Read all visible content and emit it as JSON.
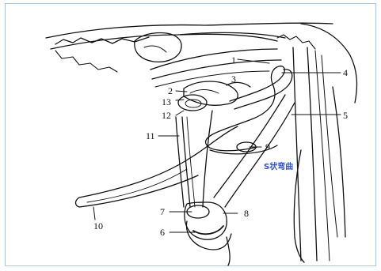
{
  "figure": {
    "labels": {
      "l1": "1",
      "l2": "2",
      "l3": "3",
      "l4": "4",
      "l5": "5",
      "l6": "6",
      "l7": "7",
      "l8": "8",
      "l9": "9",
      "l10": "10",
      "l11": "11",
      "l12": "12",
      "l13": "13",
      "s_flexure": "S状弯曲"
    },
    "colors": {
      "line": "#111111",
      "frame": "#a9c6dd",
      "annotation": "#3355cc",
      "background": "#ffffff"
    }
  }
}
